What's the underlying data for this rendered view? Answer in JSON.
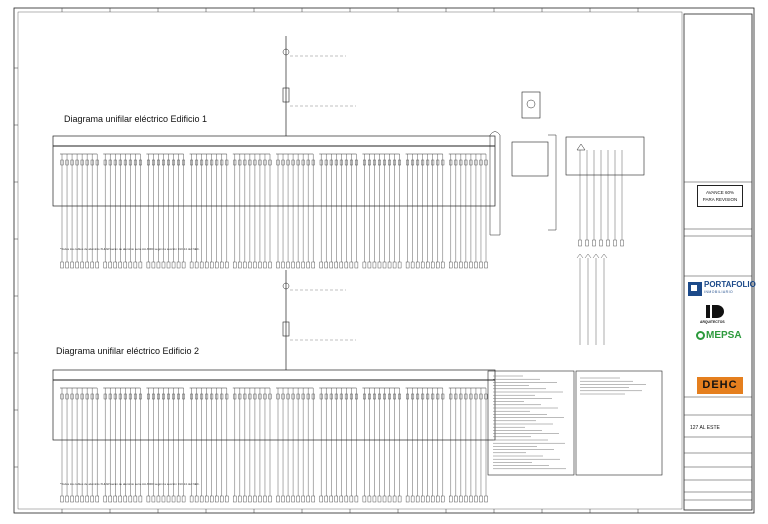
{
  "diagram1": {
    "title": "Diagrama unifilar eléctrico Edificio 1",
    "note": "*Todos los cables de aluminio XHHW serán de aluminio serie AA-8000 según la sección 310.14 del NEC."
  },
  "diagram2": {
    "title": "Diagrama unifilar eléctrico Edificio 2",
    "note": "*Todos los cables de aluminio XHHW serán de aluminio serie AA-8000 según la sección 310.14 del NEC."
  },
  "title_block": {
    "status_line1": "AVANCE 60%",
    "status_line2": "PARA REVISION",
    "logos": {
      "portafolio": "PORTAFOLIO",
      "portafolio_sub": "INMOBILIARIO",
      "arq": "ARQUITECTOS",
      "mepsa": "MEPSA",
      "dehc": "DEHC"
    },
    "project_name": "127 AL ESTE"
  }
}
